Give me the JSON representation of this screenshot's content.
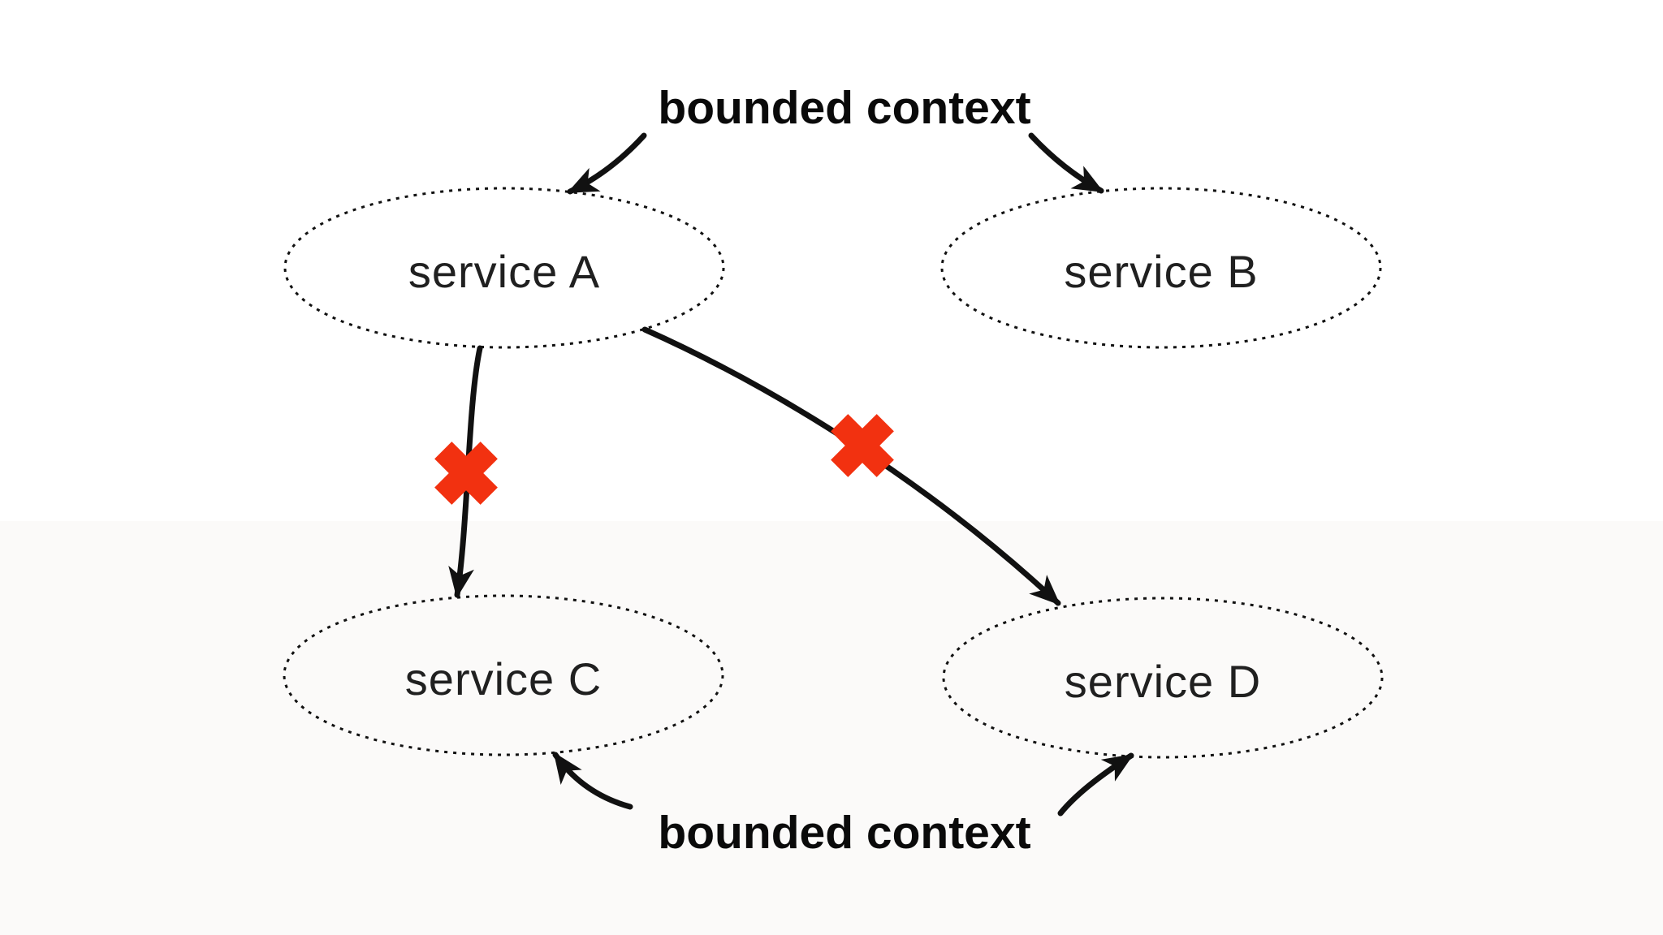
{
  "diagram": {
    "title_top": "bounded context",
    "title_bottom": "bounded context",
    "nodes": [
      {
        "id": "service-a",
        "label": "service A"
      },
      {
        "id": "service-b",
        "label": "service B"
      },
      {
        "id": "service-c",
        "label": "service C"
      },
      {
        "id": "service-d",
        "label": "service D"
      }
    ],
    "edges": [
      {
        "from": "bounded-context-label-top",
        "to": "service-a",
        "type": "annotation-arrow"
      },
      {
        "from": "bounded-context-label-top",
        "to": "service-b",
        "type": "annotation-arrow"
      },
      {
        "from": "service-a",
        "to": "service-c",
        "type": "dependency-arrow",
        "blocked": true
      },
      {
        "from": "service-a",
        "to": "service-d",
        "type": "dependency-arrow",
        "blocked": true
      },
      {
        "from": "bounded-context-label-bottom",
        "to": "service-c",
        "type": "annotation-arrow"
      },
      {
        "from": "bounded-context-label-bottom",
        "to": "service-d",
        "type": "annotation-arrow"
      }
    ],
    "colors": {
      "background": "#ffffff",
      "band": "#fbfaf9",
      "line": "#111111",
      "node_border": "#111111",
      "node_text": "#202020",
      "label_text": "#0a0a0a",
      "cross": "#f23110"
    }
  }
}
